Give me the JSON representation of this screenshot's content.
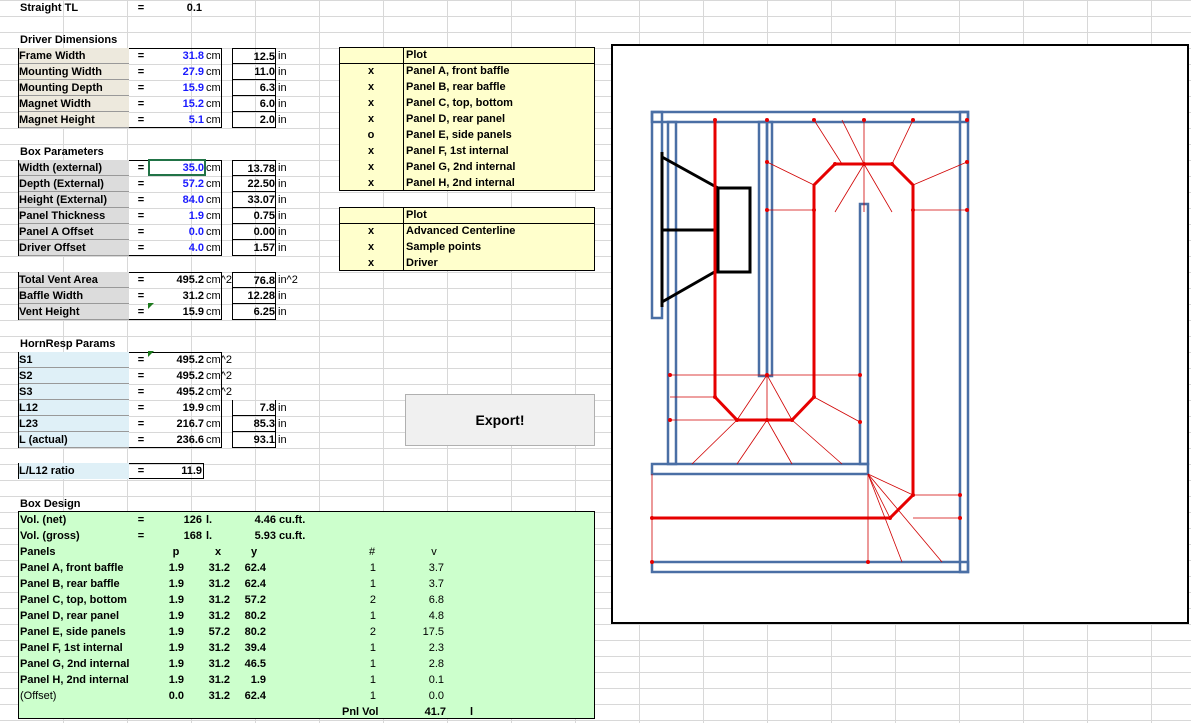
{
  "title": {
    "label": "Straight TL",
    "eq": "=",
    "value": "0.1"
  },
  "driver": {
    "heading": "Driver Dimensions",
    "rows": [
      {
        "label": "Frame Width",
        "eq": "=",
        "cm": "31.8",
        "cmu": "cm",
        "in": "12.5",
        "inu": "in"
      },
      {
        "label": "Mounting Width",
        "eq": "=",
        "cm": "27.9",
        "cmu": "cm",
        "in": "11.0",
        "inu": "in"
      },
      {
        "label": "Mounting Depth",
        "eq": "=",
        "cm": "15.9",
        "cmu": "cm",
        "in": "6.3",
        "inu": "in"
      },
      {
        "label": "Magnet Width",
        "eq": "=",
        "cm": "15.2",
        "cmu": "cm",
        "in": "6.0",
        "inu": "in"
      },
      {
        "label": "Magnet Height",
        "eq": "=",
        "cm": "5.1",
        "cmu": "cm",
        "in": "2.0",
        "inu": "in"
      }
    ]
  },
  "box": {
    "heading": "Box Parameters",
    "rows": [
      {
        "label": "Width (external)",
        "eq": "=",
        "cm": "35.0",
        "cmu": "cm",
        "in": "13.78",
        "inu": "in"
      },
      {
        "label": "Depth (External)",
        "eq": "=",
        "cm": "57.2",
        "cmu": "cm",
        "in": "22.50",
        "inu": "in"
      },
      {
        "label": "Height (External)",
        "eq": "=",
        "cm": "84.0",
        "cmu": "cm",
        "in": "33.07",
        "inu": "in"
      },
      {
        "label": "Panel Thickness",
        "eq": "=",
        "cm": "1.9",
        "cmu": "cm",
        "in": "0.75",
        "inu": "in"
      },
      {
        "label": "Panel A Offset",
        "eq": "=",
        "cm": "0.0",
        "cmu": "cm",
        "in": "0.00",
        "inu": "in"
      },
      {
        "label": "Driver Offset",
        "eq": "=",
        "cm": "4.0",
        "cmu": "cm",
        "in": "1.57",
        "inu": "in"
      }
    ]
  },
  "vent": {
    "rows": [
      {
        "label": "Total Vent Area",
        "eq": "=",
        "cm": "495.2",
        "cmu": "cm^2",
        "in": "76.8",
        "inu": "in^2"
      },
      {
        "label": "Baffle Width",
        "eq": "=",
        "cm": "31.2",
        "cmu": "cm",
        "in": "12.28",
        "inu": "in"
      },
      {
        "label": "Vent Height",
        "eq": "=",
        "cm": "15.9",
        "cmu": "cm",
        "in": "6.25",
        "inu": "in"
      }
    ]
  },
  "hornresp": {
    "heading": "HornResp Params",
    "rows": [
      {
        "label": "S1",
        "eq": "=",
        "cm": "495.2",
        "cmu": "cm^2",
        "in": "",
        "inu": ""
      },
      {
        "label": "S2",
        "eq": "=",
        "cm": "495.2",
        "cmu": "cm^2",
        "in": "",
        "inu": ""
      },
      {
        "label": "S3",
        "eq": "=",
        "cm": "495.2",
        "cmu": "cm^2",
        "in": "",
        "inu": ""
      },
      {
        "label": "L12",
        "eq": "=",
        "cm": "19.9",
        "cmu": "cm",
        "in": "7.8",
        "inu": "in"
      },
      {
        "label": "L23",
        "eq": "=",
        "cm": "216.7",
        "cmu": "cm",
        "in": "85.3",
        "inu": "in"
      },
      {
        "label": "L (actual)",
        "eq": "=",
        "cm": "236.6",
        "cmu": "cm",
        "in": "93.1",
        "inu": "in"
      }
    ]
  },
  "ratio": {
    "label": "L/L12 ratio",
    "eq": "=",
    "value": "11.9"
  },
  "plot1": {
    "header": "Plot",
    "rows": [
      {
        "mark": "x",
        "label": "Panel A, front baffle"
      },
      {
        "mark": "x",
        "label": "Panel B, rear baffle"
      },
      {
        "mark": "x",
        "label": "Panel C, top, bottom"
      },
      {
        "mark": "x",
        "label": "Panel D, rear panel"
      },
      {
        "mark": "o",
        "label": "Panel E, side panels"
      },
      {
        "mark": "x",
        "label": "Panel F, 1st internal"
      },
      {
        "mark": "x",
        "label": "Panel G, 2nd internal"
      },
      {
        "mark": "x",
        "label": "Panel H, 2nd internal"
      }
    ]
  },
  "plot2": {
    "header": "Plot",
    "rows": [
      {
        "mark": "x",
        "label": "Advanced Centerline"
      },
      {
        "mark": "x",
        "label": "Sample points"
      },
      {
        "mark": "x",
        "label": "Driver"
      }
    ]
  },
  "export_label": "Export!",
  "design": {
    "heading": "Box Design",
    "vol_net": {
      "label": "Vol. (net)",
      "eq": "=",
      "l": "126",
      "lu": "l.",
      "cf": "4.46",
      "cfu": "cu.ft."
    },
    "vol_gross": {
      "label": "Vol. (gross)",
      "eq": "=",
      "l": "168",
      "lu": "l.",
      "cf": "5.93",
      "cfu": "cu.ft."
    },
    "header": {
      "panels": "Panels",
      "p": "p",
      "x": "x",
      "y": "y",
      "n": "#",
      "v": "v"
    },
    "rows": [
      {
        "label": "Panel A, front baffle",
        "p": "1.9",
        "x": "31.2",
        "y": "62.4",
        "n": "1",
        "v": "3.7"
      },
      {
        "label": "Panel B, rear baffle",
        "p": "1.9",
        "x": "31.2",
        "y": "62.4",
        "n": "1",
        "v": "3.7"
      },
      {
        "label": "Panel C, top, bottom",
        "p": "1.9",
        "x": "31.2",
        "y": "57.2",
        "n": "2",
        "v": "6.8"
      },
      {
        "label": "Panel D, rear panel",
        "p": "1.9",
        "x": "31.2",
        "y": "80.2",
        "n": "1",
        "v": "4.8"
      },
      {
        "label": "Panel E, side panels",
        "p": "1.9",
        "x": "57.2",
        "y": "80.2",
        "n": "2",
        "v": "17.5"
      },
      {
        "label": "Panel F, 1st internal",
        "p": "1.9",
        "x": "31.2",
        "y": "39.4",
        "n": "1",
        "v": "2.3"
      },
      {
        "label": "Panel G, 2nd internal",
        "p": "1.9",
        "x": "31.2",
        "y": "46.5",
        "n": "1",
        "v": "2.8"
      },
      {
        "label": "Panel H, 2nd internal",
        "p": "1.9",
        "x": "31.2",
        "y": "1.9",
        "n": "1",
        "v": "0.1"
      },
      {
        "label": "(Offset)",
        "p": "0.0",
        "x": "31.2",
        "y": "62.4",
        "n": "1",
        "v": "0.0"
      }
    ],
    "pnl_vol": {
      "label": "Pnl Vol",
      "value": "41.7",
      "unit": "l"
    }
  },
  "colors": {
    "panel": "#4a6fa5",
    "centerline": "#e60000",
    "driver": "#000000"
  }
}
